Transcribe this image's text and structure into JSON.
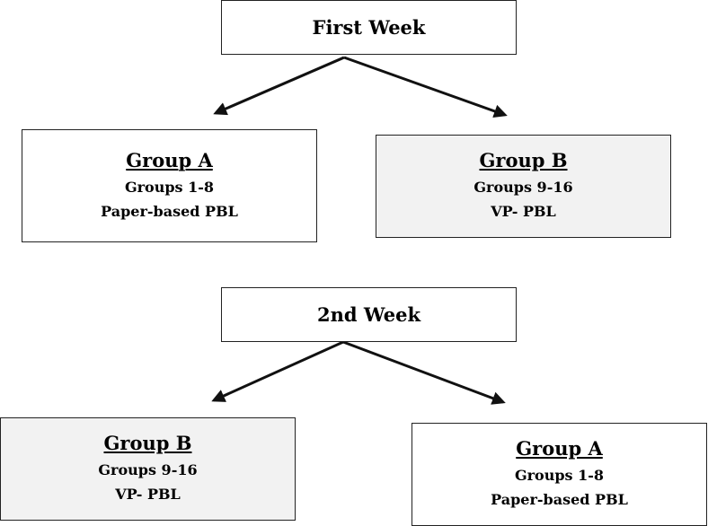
{
  "week1": {
    "title": "First Week",
    "left": {
      "name": "Group A",
      "groups": "Groups 1-8",
      "method": "Paper-based PBL",
      "shaded": false
    },
    "right": {
      "name": "Group B",
      "groups": "Groups 9-16",
      "method": "VP- PBL",
      "shaded": true
    }
  },
  "week2": {
    "title": "2nd Week",
    "left": {
      "name": "Group B",
      "groups": "Groups 9-16",
      "method": "VP- PBL",
      "shaded": true
    },
    "right": {
      "name": "Group A",
      "groups": "Groups 1-8",
      "method": "Paper-based PBL",
      "shaded": false
    }
  },
  "colors": {
    "border": "#222222",
    "shaded_fill": "#f2f2f2",
    "fill": "#ffffff"
  }
}
